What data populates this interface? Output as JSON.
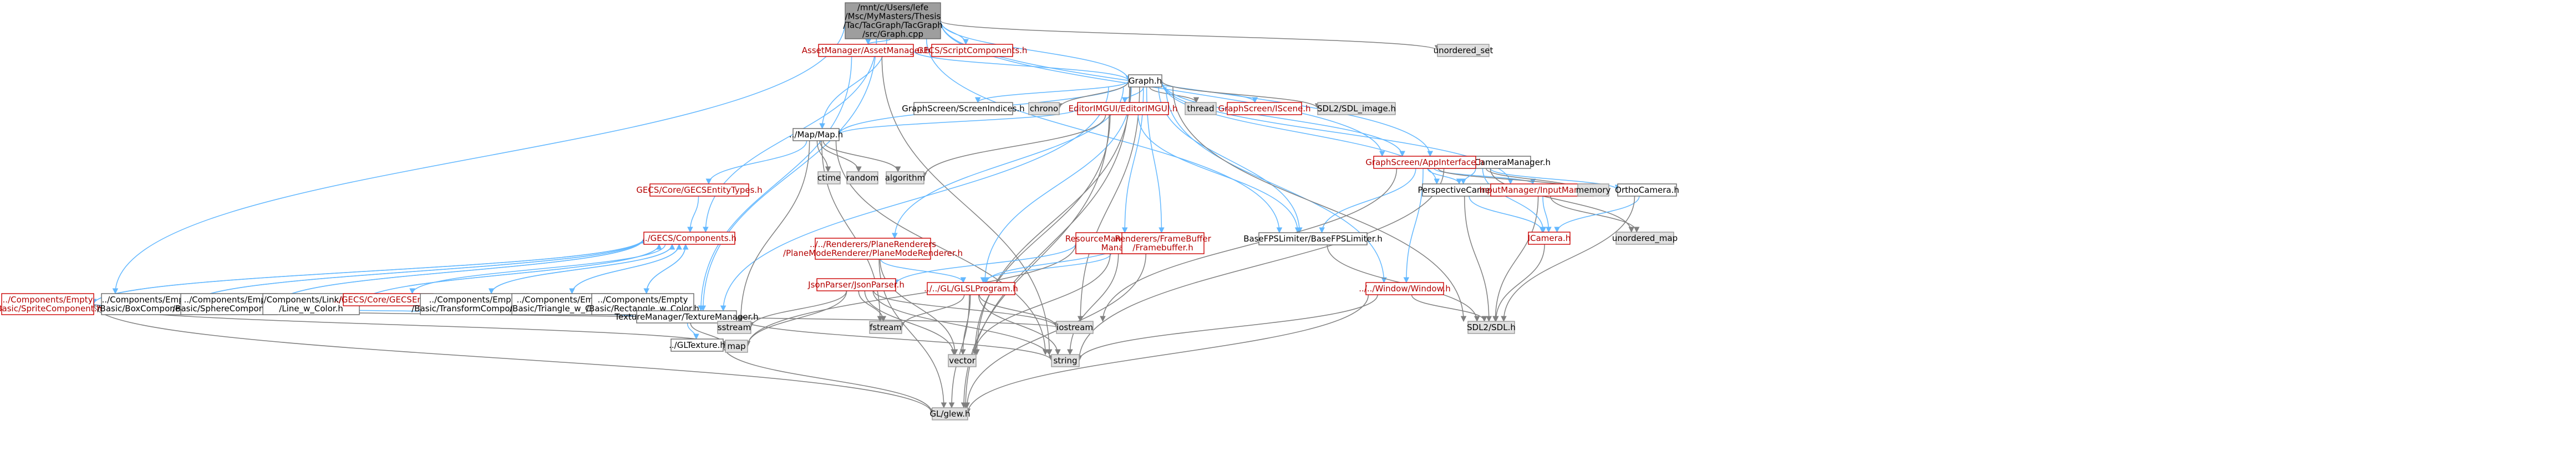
{
  "colors": {
    "root_fill": "#9e9e9e",
    "node_fill": "#ffffff",
    "node_border": "#666666",
    "system_fill": "#e0e0e0",
    "system_border": "#999999",
    "missing_border": "#cc0000",
    "missing_text": "#b30000",
    "edge_blue": "#63b8ff",
    "edge_red": "#ff0000",
    "edge_grey": "#808080",
    "edge_dark": "#404040"
  },
  "nodes": {
    "root": [
      "/mnt/c/Users/lefe",
      "/Msc/MyMasters/Thesis",
      "/Tac/TacGraph/TacGraph",
      "/src/Graph.cpp"
    ],
    "asset_manager": "AssetManager/AssetManager.h",
    "gecs_script": "GECS/ScriptComponents.h",
    "unordered_set": "unordered_set",
    "graph_h": "Graph.h",
    "map_h": "../Map/Map.h",
    "camera_manager": "../../Camera2.5D/CameraManager.h",
    "screen_indices": "GraphScreen/ScreenIndices.h",
    "chrono": "chrono",
    "editor_imgui": "EditorIMGUI/EditorIMGUI.h",
    "thread": "thread",
    "iscene": "GraphScreen/IScene.h",
    "sdl_image": "SDL2/SDL_image.h",
    "app_interface": "GraphScreen/AppInterface.h",
    "ctime": "ctime",
    "random": "random",
    "algorithm": "algorithm",
    "gecs_entity_types": "GECS/Core/GECSEntityTypes.h",
    "plane_renderer": [
      "../../Renderers/PlaneRenderers",
      "/PlaneModeRenderer/PlaneModeRenderer.h"
    ],
    "resource_manager": [
      "ResourceManager/Resource",
      "Manager.h"
    ],
    "framebuffer": [
      "Renderers/FrameBuffer",
      "/Framebuffer.h"
    ],
    "base_fps": "BaseFPSLimiter/BaseFPSLimiter.h",
    "perspective_camera": "PerspectiveCamera.h",
    "input_manager": "InputManager/InputManager.h",
    "memory": "memory",
    "ortho_camera": "OrthoCamera.h",
    "gecs_components": "../GECS/Components.h",
    "json_parser": "JsonParser/JsonParser.h",
    "glsl_program": "../../GL/GLSLProgram.h",
    "window_h": "../../Window/Window.h",
    "icamera": "ICamera.h",
    "unordered_map": "unordered_map",
    "sprite_component": [
      "../Components/Empty",
      "/Basic/SpriteComponent.h"
    ],
    "box_component": [
      "../Components/Empty",
      "/Basic/BoxComponent.h"
    ],
    "sphere_component": [
      "../Components/Empty",
      "/Basic/SphereComponent.h"
    ],
    "line_component": [
      "../Components/Link/Basic",
      "/Line_w_Color.h"
    ],
    "gecs_entity": "../GECS/Core/GECSEntity.h",
    "transform_component": [
      "../Components/Empty",
      "/Basic/TransformComponent.h"
    ],
    "triangle_component": [
      "../Components/Empty",
      "/Basic/Triangle_w_Color.h"
    ],
    "rectangle_component": [
      "../Components/Empty",
      "/Basic/Rectangle_w_Color.h"
    ],
    "texture_manager": "TextureManager/TextureManager.h",
    "sstream": "sstream",
    "fstream": "fstream",
    "iostream": "iostream",
    "sdl_h": "SDL2/SDL.h",
    "gltexture": "../GLTexture.h",
    "map": "map",
    "vector": "vector",
    "string": "string",
    "glew": "GL/glew.h"
  }
}
